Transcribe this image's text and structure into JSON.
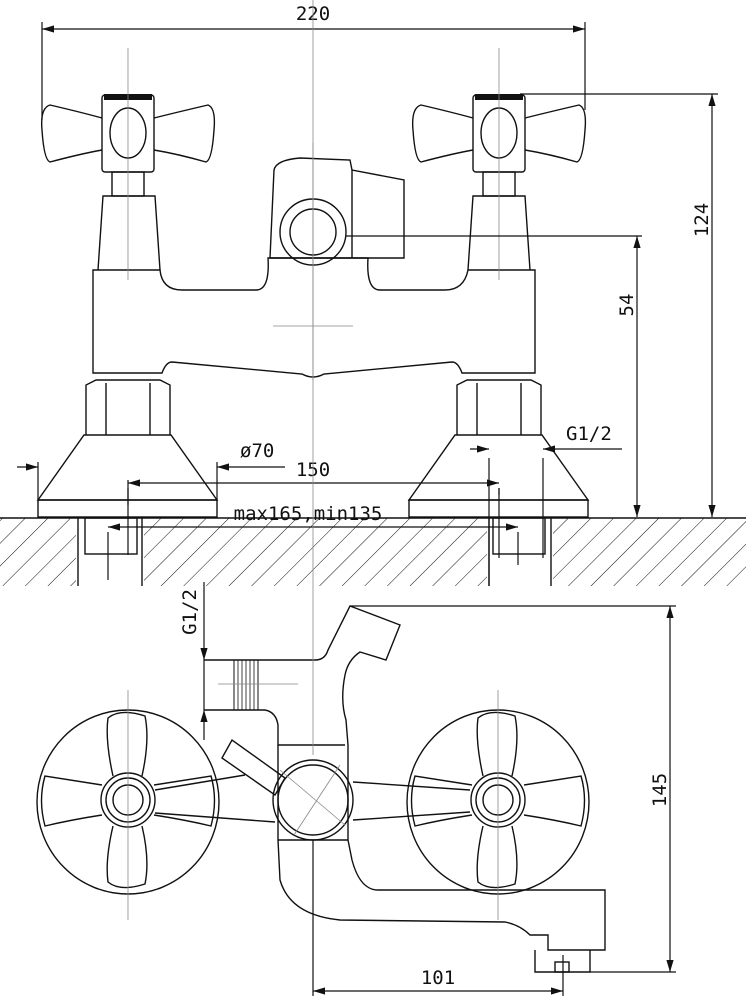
{
  "title": "Faucet dimension drawing",
  "front_view": {
    "width_label": "220",
    "height_label": "124",
    "outlet_height_label": "54",
    "flange_diameter_label": "ø70",
    "thread_label": "G1/2",
    "center_distance_label": "150",
    "adjust_range_label": "max165,min135"
  },
  "side_view": {
    "thread_label": "G1/2",
    "height_label": "145",
    "spout_reach_label": "101"
  }
}
